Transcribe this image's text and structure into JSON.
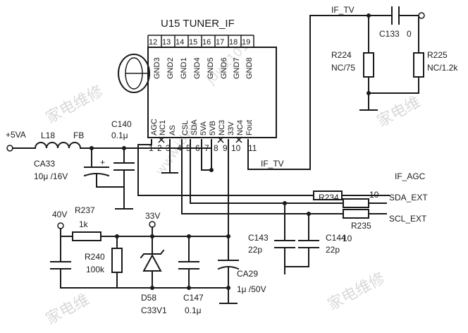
{
  "ic": {
    "title": "U15  TUNER_IF",
    "top_pin_numbers": [
      "12",
      "13",
      "14",
      "15",
      "16",
      "17",
      "18",
      "19"
    ],
    "top_pin_names": [
      "GND3",
      "GND2",
      "GND1",
      "GND4",
      "GND5",
      "GND6",
      "GND7",
      "GND8"
    ],
    "bottom_pin_names": [
      "AGC",
      "NC1",
      "AS",
      "CSL",
      "SDA",
      "5VA",
      "5VB",
      "NC3",
      "33V",
      "NC4",
      "Fout"
    ],
    "bottom_pin_numbers": [
      "1",
      "2",
      "3",
      "4",
      "5",
      "6",
      "7",
      "8",
      "9",
      "10",
      "11"
    ]
  },
  "nets": {
    "supply": "+5VA",
    "if_tv_top": "IF_TV",
    "if_tv_low": "IF_TV",
    "if_agc": "IF_AGC",
    "sda_ext": "SDA_EXT",
    "scl_ext": "SCL_EXT",
    "v40": "40V",
    "v33": "33V"
  },
  "components": {
    "l18": {
      "ref": "L18",
      "value": "FB"
    },
    "c140": {
      "ref": "C140",
      "value": "0.1μ"
    },
    "ca33": {
      "ref": "CA33",
      "value": "10μ /16V"
    },
    "c133": {
      "ref": "C133",
      "value": "0"
    },
    "r224": {
      "ref": "R224",
      "value": "NC/75"
    },
    "r225": {
      "ref": "R225",
      "value": "NC/1.2k"
    },
    "r234": {
      "ref": "R234",
      "value": "10"
    },
    "r235": {
      "ref": "R235",
      "value": "10"
    },
    "r237": {
      "ref": "R237",
      "value": "1k"
    },
    "r240": {
      "ref": "R240",
      "value": "100k"
    },
    "d58": {
      "ref": "D58",
      "value": "C33V1"
    },
    "c147": {
      "ref": "C147",
      "value": "0.1μ"
    },
    "ca29": {
      "ref": "CA29",
      "value": "1μ /50V"
    },
    "c143": {
      "ref": "C143",
      "value": "22p"
    },
    "c144": {
      "ref": "C144",
      "value": "22p"
    }
  },
  "polarity_mark": "+"
}
